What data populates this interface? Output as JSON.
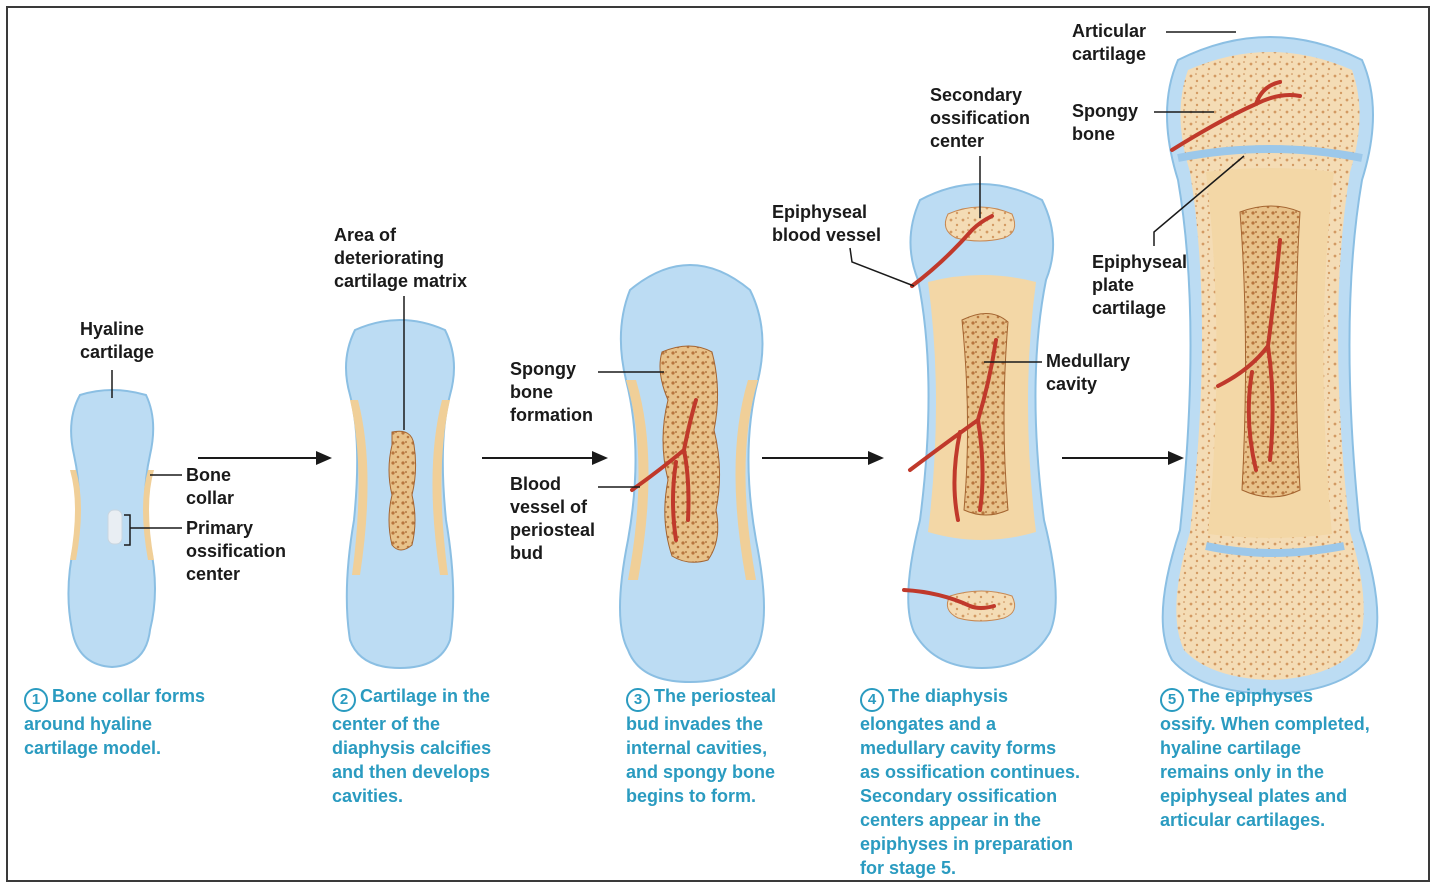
{
  "labels": {
    "hyaline_cartilage": "Hyaline\ncartilage",
    "bone_collar": "Bone\ncollar",
    "primary_ossification_center": "Primary\nossification\ncenter",
    "area_deteriorating": "Area of\ndeteriorating\ncartilage matrix",
    "spongy_bone_formation": "Spongy\nbone\nformation",
    "blood_vessel_periosteal_bud": "Blood\nvessel of\nperiosteal\nbud",
    "epiphyseal_blood_vessel": "Epiphyseal\nblood vessel",
    "secondary_ossification_center": "Secondary\nossification\ncenter",
    "medullary_cavity": "Medullary\ncavity",
    "articular_cartilage": "Articular\ncartilage",
    "spongy_bone": "Spongy\nbone",
    "epiphyseal_plate_cartilage": "Epiphyseal\nplate\ncartilage"
  },
  "steps": [
    {
      "number": "1",
      "caption": "Bone collar forms\naround hyaline\ncartilage model."
    },
    {
      "number": "2",
      "caption": "Cartilage in the\ncenter of the\ndiaphysis calcifies\nand then develops\ncavities."
    },
    {
      "number": "3",
      "caption": "The periosteal\nbud invades the\ninternal cavities,\nand spongy bone\nbegins to form."
    },
    {
      "number": "4",
      "caption": "The diaphysis\nelongates and a\nmedullary cavity forms\nas ossification continues.\nSecondary ossification\ncenters appear in the\nepiphyses in preparation\nfor stage 5."
    },
    {
      "number": "5",
      "caption": "The epiphyses\nossify. When completed,\nhyaline cartilage\nremains only in the\nepiphyseal plates and\narticular cartilages."
    }
  ],
  "colors": {
    "cartilage": "#bcdcf3",
    "cartilage_edge": "#8bbfe3",
    "bone": "#f3d7a6",
    "spongy": "#c9894e",
    "vessel": "#c0392b",
    "caption": "#2a9bc0"
  }
}
